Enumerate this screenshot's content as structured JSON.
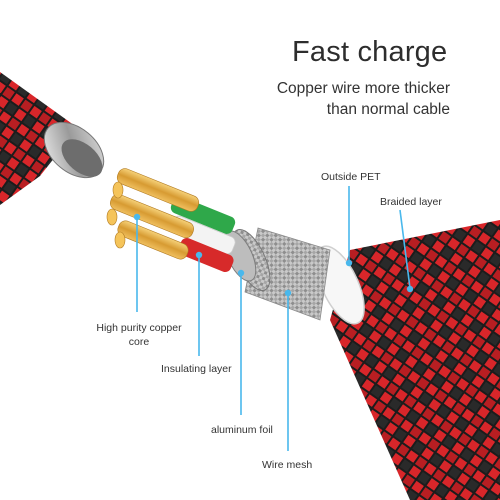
{
  "header": {
    "title": "Fast charge",
    "subtitle_line1": "Copper wire more thicker",
    "subtitle_line2": "than normal cable"
  },
  "callouts": {
    "outside_pet": "Outside PET",
    "braided_layer": "Braided layer",
    "core_line1": "High purity copper",
    "core_line2": "core",
    "insulating_layer": "Insulating layer",
    "aluminum_foil": "aluminum foil",
    "wire_mesh": "Wire mesh"
  },
  "colors": {
    "callout_line": "#49b8ec",
    "braid_red": "#d8262a",
    "braid_black": "#1c1c1c",
    "copper": "#e6b04a"
  }
}
